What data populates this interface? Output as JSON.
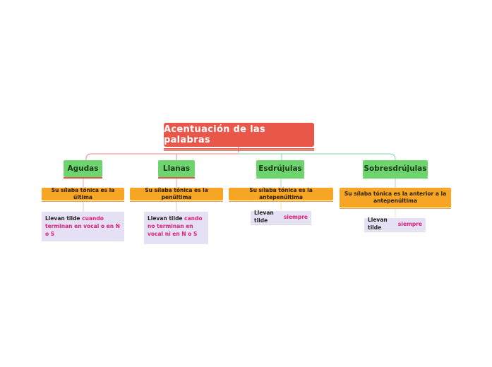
{
  "root": {
    "label": "Acentuación de las palabras"
  },
  "branches": [
    {
      "topic": "Agudas",
      "rule": "Su sílaba tónica es la última",
      "tilde_prefix": "Llevan tilde ",
      "tilde_highlight": "cuando terminan en vocal o en N o S",
      "line_color": "#e8574a"
    },
    {
      "topic": "Llanas",
      "rule": "Su sílaba tónica es la penúltima",
      "tilde_prefix": "Llevan tilde ",
      "tilde_highlight": "cando no terminan en vocal ni en N o S",
      "line_color": "#e8574a"
    },
    {
      "topic": "Esdrújulas",
      "rule": "Su sílaba tónica es la antepenúltima",
      "tilde_prefix": "Llevan tilde ",
      "tilde_highlight": "siempre",
      "line_color": "#6ed46e"
    },
    {
      "topic": "Sobresdrújulas",
      "rule": "Su sílaba tónica es la anterior a la antepenúltima",
      "tilde_prefix": "Llevan tilde ",
      "tilde_highlight": "siempre",
      "line_color": "#6ed46e"
    }
  ],
  "colors": {
    "root": "#e8574a",
    "topic": "#6ed46e",
    "rule": "#f6a524",
    "tilde": "#e5e0f3",
    "highlight": "#e0207a",
    "link_left": "#f08a84",
    "link_right": "#7fd7a6"
  }
}
